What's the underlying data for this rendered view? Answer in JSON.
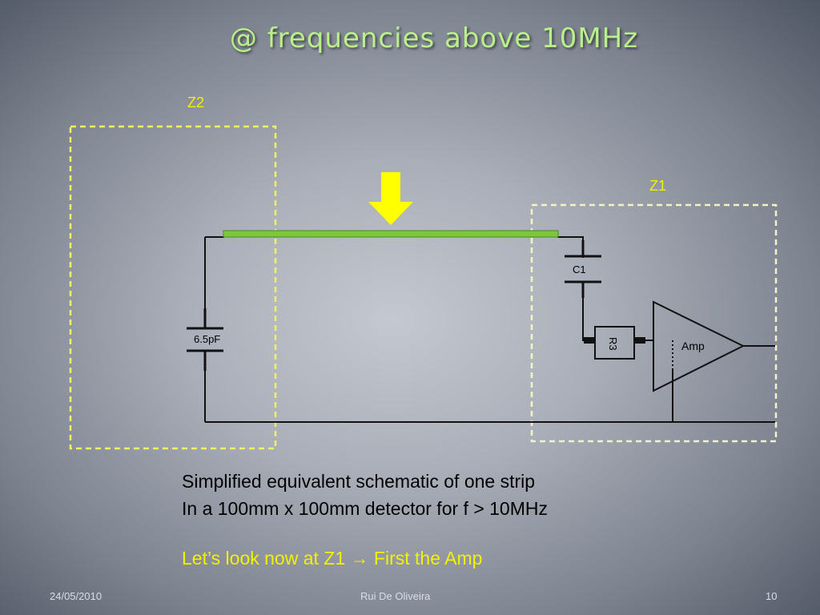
{
  "slide": {
    "title": "@ frequencies above 10MHz",
    "zone_labels": {
      "z2": "Z2",
      "z1": "Z1"
    },
    "component_labels": {
      "cap_strip": "6.5pF",
      "c1": "C1",
      "r3": "R3",
      "amp": "Amp"
    },
    "caption_line1": "Simplified equivalent schematic of one strip",
    "caption_line2": "In a 100mm x 100mm detector for f > 10MHz",
    "highlight_prefix": "Let’s look now at  Z1",
    "highlight_arrow": "→",
    "highlight_suffix": "First the Amp",
    "footer": {
      "date": "24/05/2010",
      "author": "Rui De Oliveira",
      "page": "10"
    }
  },
  "colors": {
    "title": "#b9f08a",
    "zone_z2_border": "#f0f060",
    "zone_z1_border": "#f4f4c0",
    "zone_label": "#f2f200",
    "strip": "#7cc63a",
    "arrow": "#ffff00",
    "wire": "#111111",
    "highlight_text": "#f2f200"
  }
}
